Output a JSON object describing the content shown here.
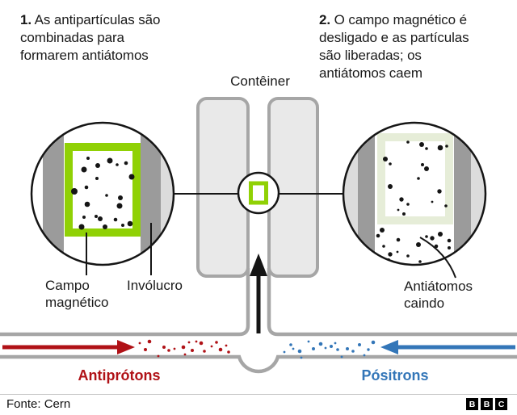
{
  "steps": [
    {
      "prefix": "1.",
      "lines": [
        "As antipartículas são",
        "combinadas para",
        "formarem antiátomos"
      ]
    },
    {
      "prefix": "2.",
      "lines": [
        "O campo magnético é",
        "desligado e as partículas",
        "são liberadas; os",
        "antiátomos caem"
      ]
    }
  ],
  "labels": {
    "container": "Contêiner",
    "magnetic_field": [
      "Campo",
      "magnético"
    ],
    "casing": "Invólucro",
    "falling_antiatoms": [
      "Antiátomos",
      "caindo"
    ],
    "antiprotons": "Antiprótons",
    "positrons": "Pósitrons"
  },
  "footer": {
    "source": "Fonte: Cern",
    "logo_letters": [
      "B",
      "B",
      "C"
    ]
  },
  "colors": {
    "red": "#b01116",
    "blue": "#3376b8",
    "green": "#90d105",
    "pale_green": "#e6edd8",
    "band_gray": "#9b9b9b",
    "light_band": "#dcdcdc",
    "tube_gray": "#a6a6a6",
    "ink": "#151515"
  },
  "particles": {
    "left_trap": [
      [
        109,
        196,
        2
      ],
      [
        121,
        205,
        3
      ],
      [
        136,
        199,
        3.5
      ],
      [
        145,
        204,
        1.8
      ],
      [
        156,
        202,
        2.3
      ],
      [
        104,
        210,
        3.5
      ],
      [
        120,
        221,
        2
      ],
      [
        163,
        219,
        3.5
      ],
      [
        107,
        232,
        2.3
      ],
      [
        92,
        237,
        4
      ],
      [
        132,
        242,
        1.8
      ],
      [
        149,
        245,
        3
      ],
      [
        108,
        253,
        3.3
      ],
      [
        148,
        255,
        3.5
      ],
      [
        119,
        268,
        2
      ],
      [
        124,
        271,
        3
      ],
      [
        104,
        269,
        2
      ],
      [
        143,
        272,
        2.3
      ],
      [
        161,
        277,
        3.3
      ],
      [
        101,
        281,
        3.5
      ],
      [
        130,
        281,
        3
      ],
      [
        152,
        279,
        2
      ]
    ],
    "right_trap": [
      [
        505,
        176,
        1.8
      ],
      [
        522,
        179,
        3
      ],
      [
        528,
        184,
        1.8
      ],
      [
        545,
        183,
        3.3
      ],
      [
        553,
        181,
        1.8
      ],
      [
        477,
        197,
        3
      ],
      [
        483,
        203,
        1.8
      ],
      [
        523,
        204,
        2
      ],
      [
        528,
        209,
        3
      ],
      [
        518,
        221,
        1.8
      ],
      [
        483,
        231,
        3
      ],
      [
        544,
        237,
        2.7
      ],
      [
        497,
        247,
        2.7
      ],
      [
        505,
        253,
        1.8
      ],
      [
        535,
        250,
        1.4
      ],
      [
        552,
        255,
        1.8
      ],
      [
        493,
        260,
        1.4
      ],
      [
        500,
        265,
        2
      ],
      [
        473,
        285,
        3
      ],
      [
        468,
        292,
        2.3
      ],
      [
        493,
        297,
        2.3
      ],
      [
        518,
        303,
        3
      ],
      [
        528,
        293,
        1.8
      ],
      [
        535,
        295,
        2.7
      ],
      [
        545,
        290,
        3
      ],
      [
        540,
        305,
        2.3
      ],
      [
        556,
        298,
        2.3
      ],
      [
        475,
        305,
        1.8
      ],
      [
        483,
        315,
        2.7
      ],
      [
        492,
        312,
        1.4
      ],
      [
        505,
        317,
        1.8
      ],
      [
        556,
        307,
        2
      ],
      [
        481,
        322,
        2
      ],
      [
        520,
        324,
        1.8
      ]
    ],
    "antiprotons": [
      [
        173,
        425,
        1.4
      ],
      [
        185,
        423,
        2.3
      ],
      [
        180,
        433,
        2
      ],
      [
        196,
        441,
        1.4
      ],
      [
        203,
        430,
        2
      ],
      [
        209,
        434,
        1.8
      ],
      [
        216,
        432,
        1.4
      ],
      [
        227,
        430,
        2.3
      ],
      [
        229,
        439,
        1.4
      ],
      [
        234,
        424,
        1.4
      ],
      [
        238,
        434,
        2
      ],
      [
        243,
        423,
        1.4
      ],
      [
        249,
        425,
        2.3
      ],
      [
        253,
        435,
        1.8
      ],
      [
        262,
        429,
        1.4
      ],
      [
        268,
        424,
        1.8
      ],
      [
        273,
        433,
        2.3
      ],
      [
        280,
        428,
        1.4
      ],
      [
        283,
        436,
        1.8
      ]
    ],
    "positrons": [
      [
        352,
        436,
        1.4
      ],
      [
        360,
        427,
        1.8
      ],
      [
        363,
        432,
        1.4
      ],
      [
        371,
        435,
        2.3
      ],
      [
        373,
        443,
        1.4
      ],
      [
        382,
        423,
        1.4
      ],
      [
        388,
        432,
        2
      ],
      [
        397,
        426,
        2.3
      ],
      [
        403,
        431,
        1.4
      ],
      [
        410,
        429,
        2
      ],
      [
        415,
        425,
        1.4
      ],
      [
        418,
        433,
        1.8
      ],
      [
        423,
        442,
        1.4
      ],
      [
        430,
        432,
        2
      ],
      [
        437,
        435,
        1.8
      ],
      [
        445,
        427,
        2
      ],
      [
        451,
        440,
        1.4
      ],
      [
        456,
        433,
        1.7
      ],
      [
        462,
        424,
        2.3
      ]
    ]
  }
}
